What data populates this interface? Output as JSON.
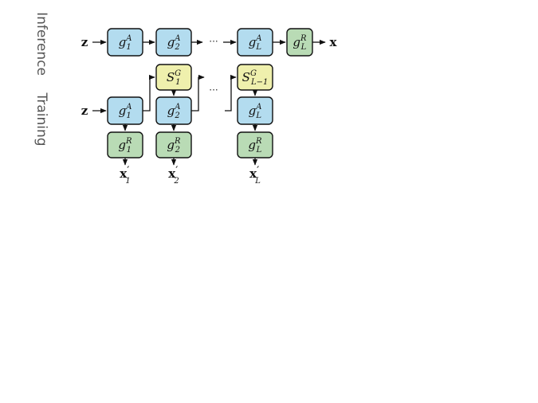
{
  "labels": {
    "inference": "Inference",
    "training": "Training"
  },
  "inference_row": {
    "input": "z",
    "output": "x",
    "ellipsis": "···",
    "blocks": [
      {
        "base": "g",
        "sup": "A",
        "sub": "1",
        "kind": "generator"
      },
      {
        "base": "g",
        "sup": "A",
        "sub": "2",
        "kind": "generator"
      },
      {
        "base": "g",
        "sup": "A",
        "sub": "L",
        "kind": "generator"
      },
      {
        "base": "g",
        "sup": "R",
        "sub": "L",
        "kind": "readout"
      }
    ]
  },
  "training_row": {
    "input": "z",
    "ellipsis": "···",
    "selectors": [
      {
        "base": "S",
        "sup": "G",
        "sub": "1"
      },
      {
        "base": "S",
        "sup": "G",
        "sub": "L−1"
      }
    ],
    "generators": [
      {
        "base": "g",
        "sup": "A",
        "sub": "1"
      },
      {
        "base": "g",
        "sup": "A",
        "sub": "2"
      },
      {
        "base": "g",
        "sup": "A",
        "sub": "L"
      }
    ],
    "readouts": [
      {
        "base": "g",
        "sup": "R",
        "sub": "1"
      },
      {
        "base": "g",
        "sup": "R",
        "sub": "2"
      },
      {
        "base": "g",
        "sup": "R",
        "sub": "L"
      }
    ],
    "outputs": [
      {
        "base": "x",
        "prime": "′",
        "sub": "1"
      },
      {
        "base": "x",
        "prime": "′",
        "sub": "2"
      },
      {
        "base": "x",
        "prime": "′",
        "sub": "L"
      }
    ]
  },
  "colors": {
    "generator_fill": "#b3dcef",
    "readout_fill": "#b9dbb5",
    "selector_fill": "#eff0ad",
    "stroke": "#111111"
  }
}
